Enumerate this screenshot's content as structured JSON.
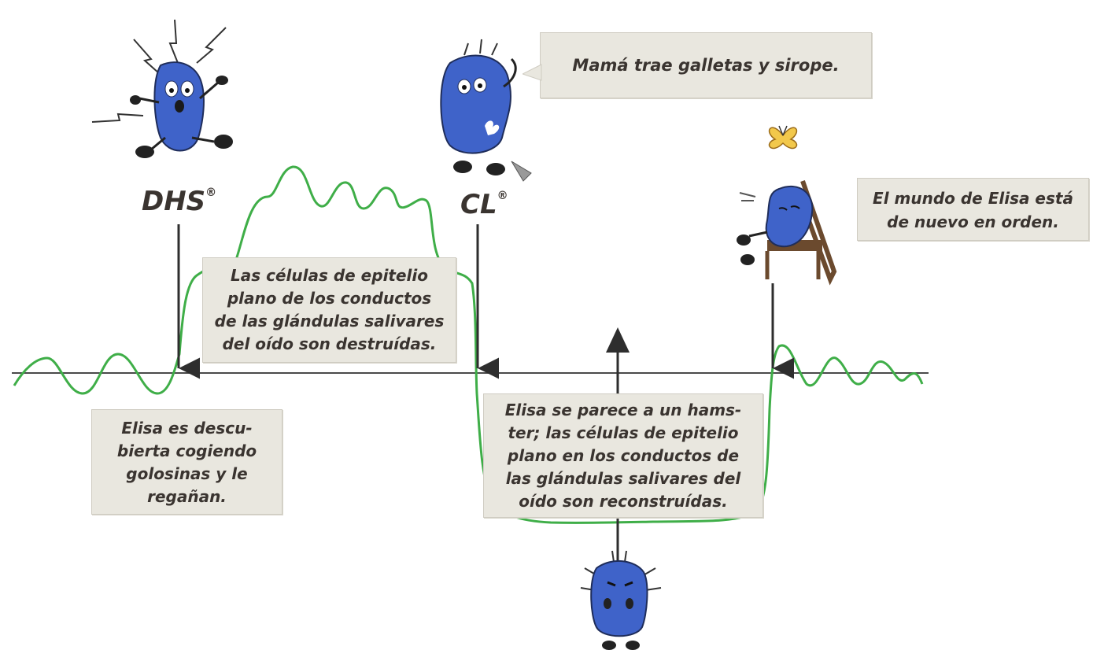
{
  "labels": {
    "dhs": "DHS",
    "cl": "CL",
    "registered_mark": "®"
  },
  "boxes": {
    "mama": "Mamá trae galletas y sirope.",
    "mundo": "El mundo de Elisa está\nde nuevo en orden.",
    "destruidas": "Las células de epitelio\nplano de los conductos\nde las glándulas salivares\ndel oído son destruídas.",
    "descubierta": "Elisa es descu-\nbierta cogiendo\ngolosinas y le\nregañan.",
    "hamster": "Elisa se parece a un hams-\nter; las células de epitelio\nplano en los conductos de\nlas glándulas salivares del\noído son reconstruídas."
  },
  "colors": {
    "curve": "#3fae48",
    "axis": "#4a4a4a",
    "arrow": "#2e2e2e",
    "character": "#3f63c9",
    "box_bg": "#e9e7df",
    "text": "#3a3430"
  },
  "icons": [
    "blob-character-shocked",
    "blob-character-thinking",
    "blob-character-relaxed-chair",
    "blob-character-sad",
    "butterfly-icon"
  ]
}
